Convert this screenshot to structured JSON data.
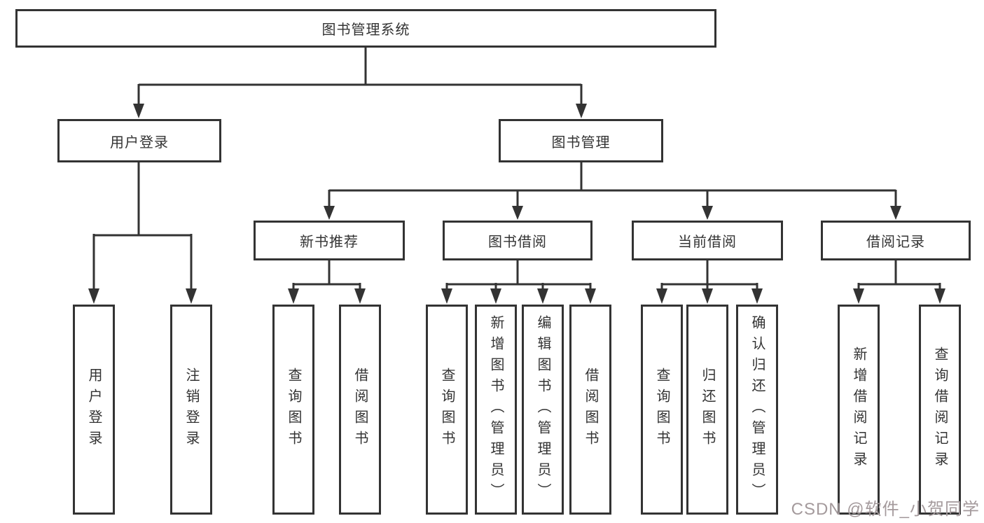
{
  "tree": {
    "label": "图书管理系统",
    "children": [
      {
        "label": "用户登录",
        "children": [
          {
            "label": "用户登录"
          },
          {
            "label": "注销登录"
          }
        ]
      },
      {
        "label": "图书管理",
        "children": [
          {
            "label": "新书推荐",
            "children": [
              {
                "label": "查询图书"
              },
              {
                "label": "借阅图书"
              }
            ]
          },
          {
            "label": "图书借阅",
            "children": [
              {
                "label": "查询图书"
              },
              {
                "label": "新增图书（管理员）"
              },
              {
                "label": "编辑图书（管理员）"
              },
              {
                "label": "借阅图书"
              }
            ]
          },
          {
            "label": "当前借阅",
            "children": [
              {
                "label": "查询图书"
              },
              {
                "label": "归还图书"
              },
              {
                "label": "确认归还（管理员）"
              }
            ]
          },
          {
            "label": "借阅记录",
            "children": [
              {
                "label": "新增借阅记录"
              },
              {
                "label": "查询借阅记录"
              }
            ]
          }
        ]
      }
    ]
  },
  "watermark": {
    "text": "CSDN @软件_小贺同学"
  },
  "colors": {
    "line": "#333333",
    "text": "#333333",
    "background": "#ffffff",
    "watermark": "#a49a9c"
  }
}
